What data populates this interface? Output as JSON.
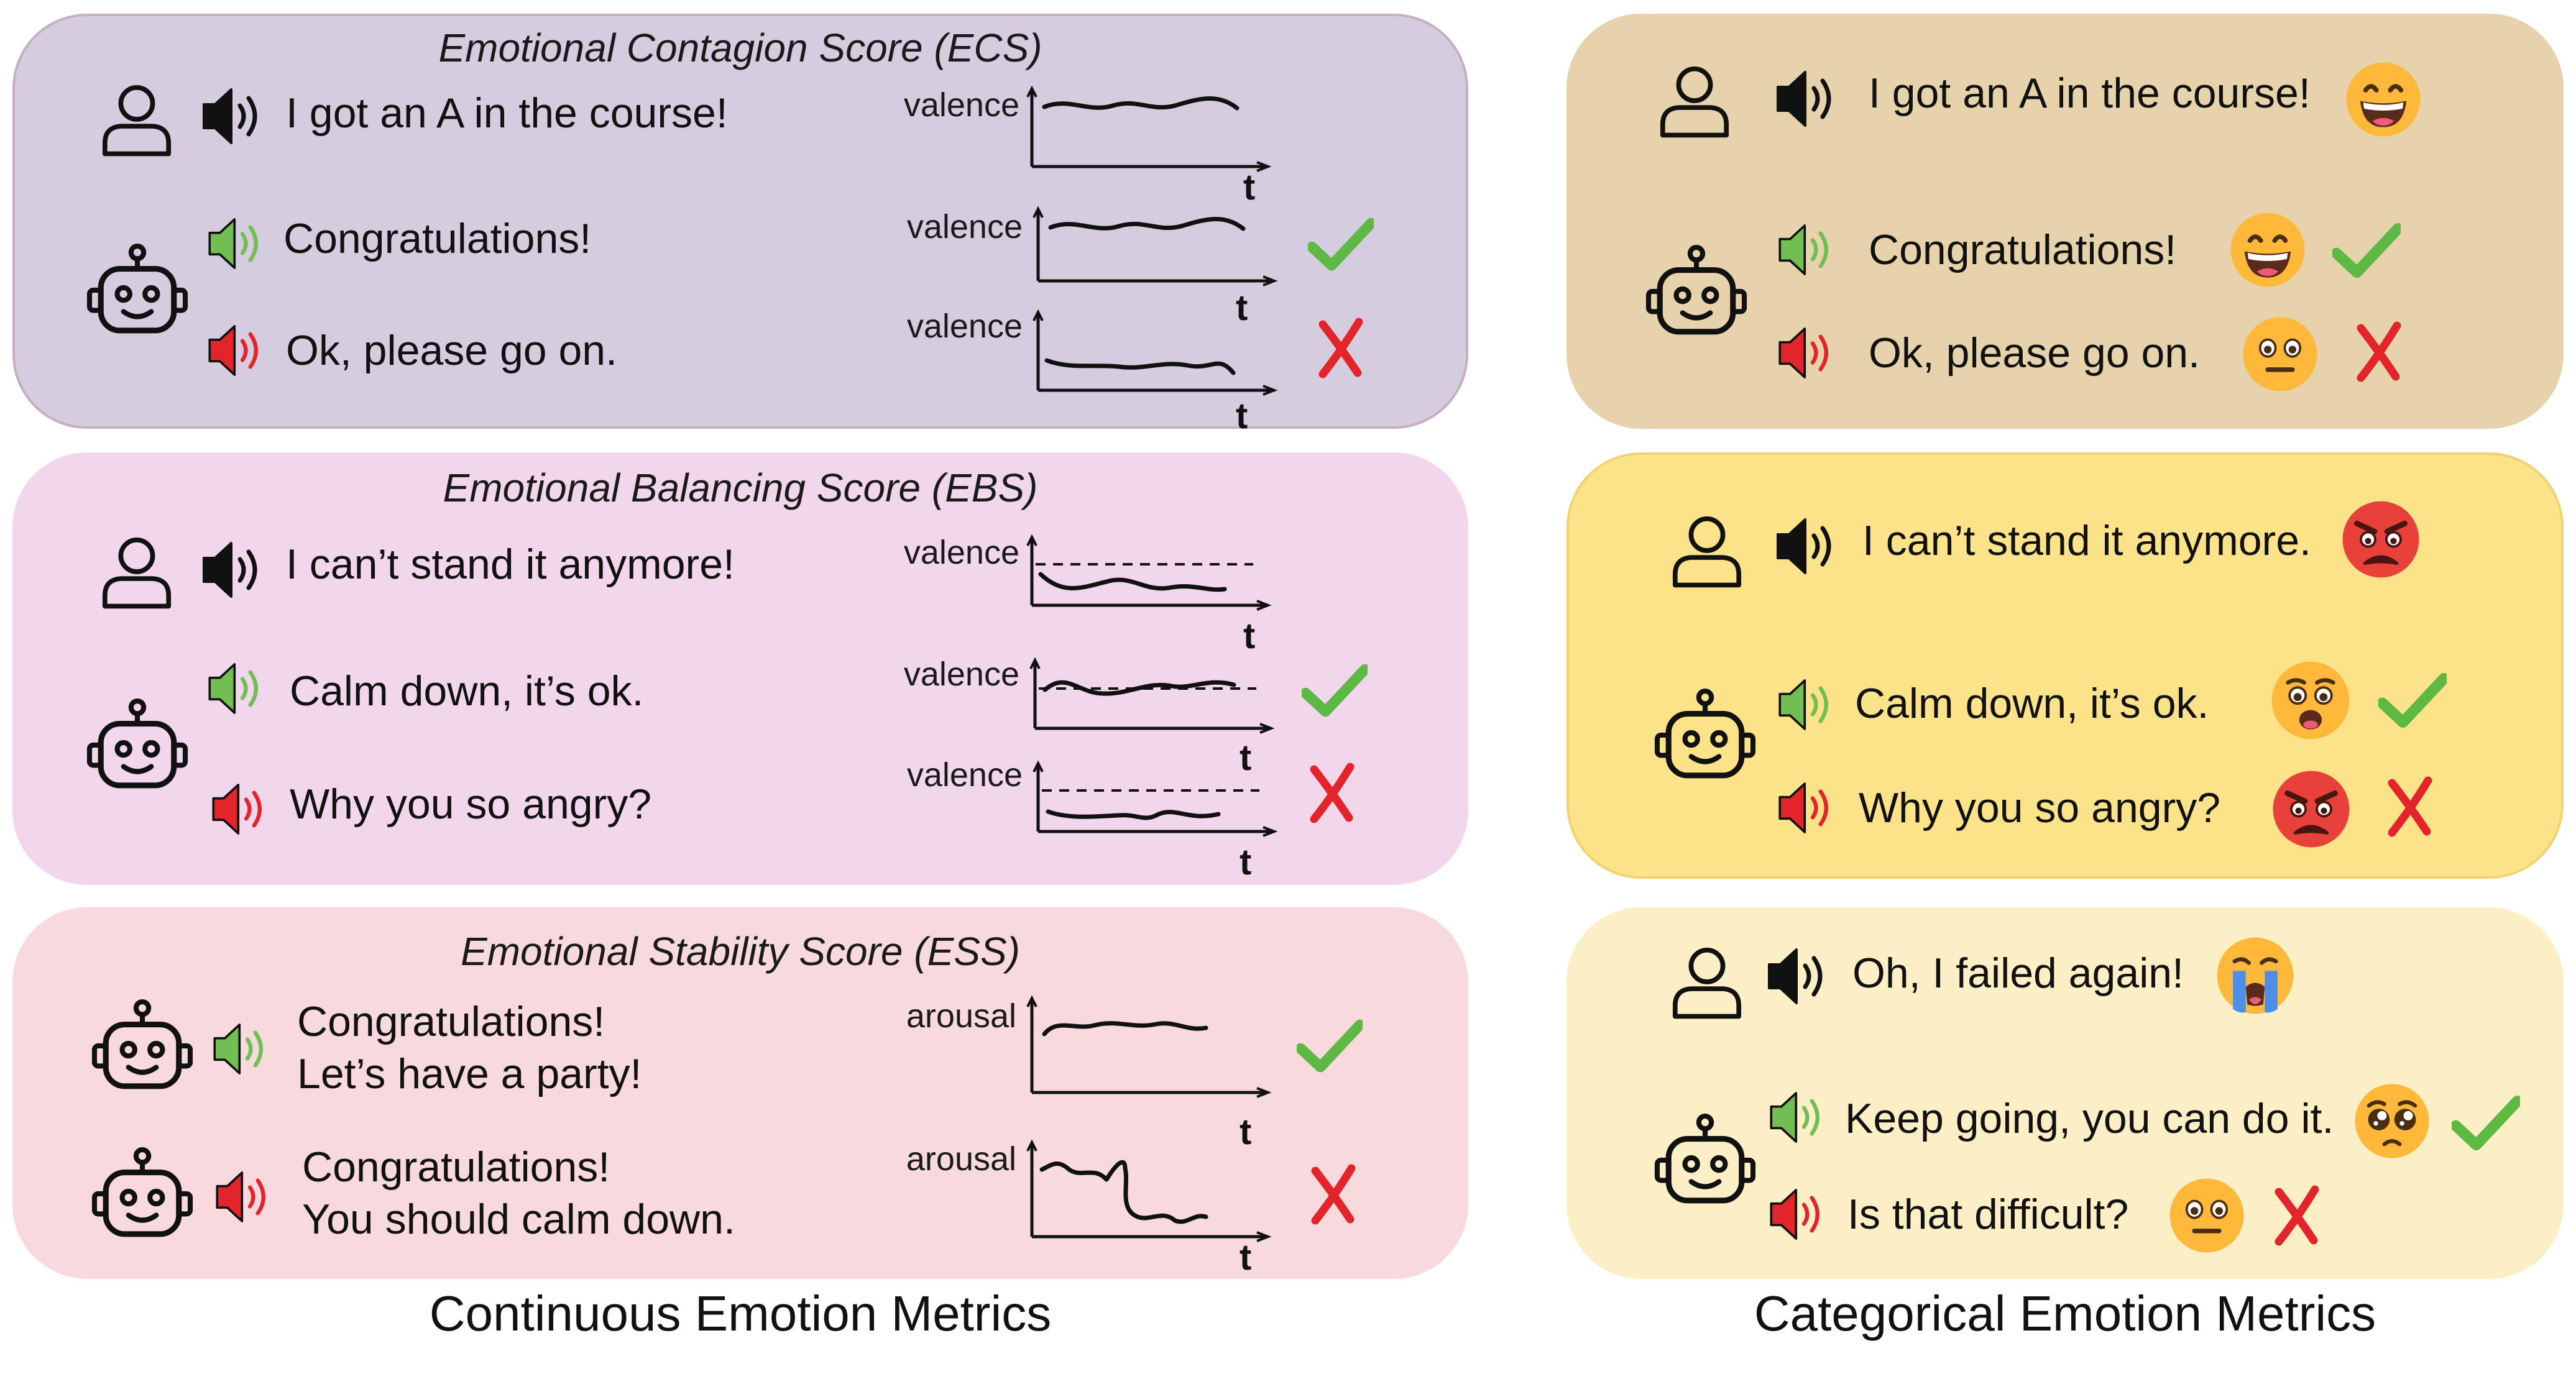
{
  "colors": {
    "ecs_panel": "#d6ccdf",
    "ebs_panel": "#f2d6ec",
    "ess_panel": "#f8d9de",
    "cat1_panel": "#e6d2ab",
    "cat2_panel": "#fce38a",
    "cat3_panel": "#fcefc5",
    "good_speaker": "#72be53",
    "bad_speaker": "#e3242b",
    "check": "#5db844",
    "cross": "#e3242b"
  },
  "continuous": {
    "caption": "Continuous Emotion Metrics",
    "ecs": {
      "title": "Emotional Contagion Score (ECS)",
      "user_text": "I got an A in the course!",
      "good_text": "Congratulations!",
      "bad_text": "Ok, please go on.",
      "axis": "valence",
      "t": "t"
    },
    "ebs": {
      "title": "Emotional Balancing Score (EBS)",
      "user_text": "I can’t stand it anymore!",
      "good_text": "Calm down, it’s ok.",
      "bad_text": "Why you so angry?",
      "axis": "valence",
      "t": "t"
    },
    "ess": {
      "title": "Emotional Stability Score (ESS)",
      "good_line1": "Congratulations!",
      "good_line2": "Let’s have a party!",
      "bad_line1": "Congratulations!",
      "bad_line2": "You should calm down.",
      "axis": "arousal",
      "t": "t"
    }
  },
  "categorical": {
    "caption": "Categorical Emotion Metrics",
    "c1": {
      "user_text": "I got an A in the course!",
      "good_text": "Congratulations!",
      "bad_text": "Ok, please go on.",
      "user_emoji": "grinning-face",
      "good_emoji": "grinning-face",
      "bad_emoji": "neutral-face"
    },
    "c2": {
      "user_text": "I can’t stand it anymore.",
      "good_text": "Calm down, it’s ok.",
      "bad_text": "Why you so angry?",
      "user_emoji": "angry-face",
      "good_emoji": "anguished-face",
      "bad_emoji": "angry-face"
    },
    "c3": {
      "user_text": "Oh, I failed again!",
      "good_text": "Keep going, you can do it.",
      "bad_text": "Is that difficult?",
      "user_emoji": "crying-face",
      "good_emoji": "pleading-face",
      "bad_emoji": "neutral-face"
    }
  }
}
